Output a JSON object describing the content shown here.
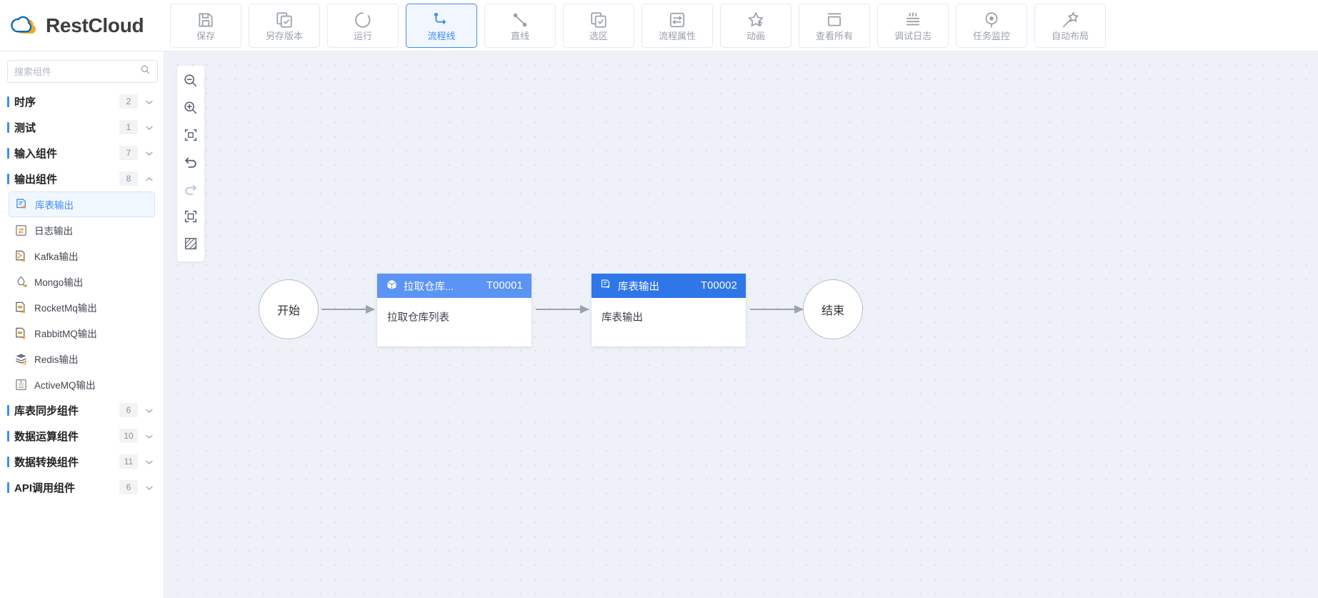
{
  "brand": {
    "name": "RestCloud",
    "logo_icon": "cloud-logo-icon"
  },
  "toolbar": {
    "buttons": [
      {
        "label": "保存",
        "icon": "save-icon",
        "active": false
      },
      {
        "label": "另存版本",
        "icon": "save-as-version-icon",
        "active": false
      },
      {
        "label": "运行",
        "icon": "run-icon",
        "active": false
      },
      {
        "label": "流程线",
        "icon": "flow-line-icon",
        "active": true
      },
      {
        "label": "直线",
        "icon": "straight-line-icon",
        "active": false
      },
      {
        "label": "选区",
        "icon": "selection-icon",
        "active": false
      },
      {
        "label": "流程属性",
        "icon": "flow-properties-icon",
        "active": false
      },
      {
        "label": "动画",
        "icon": "animation-icon",
        "active": false
      },
      {
        "label": "查看所有",
        "icon": "view-all-icon",
        "active": false
      },
      {
        "label": "调试日志",
        "icon": "debug-log-icon",
        "active": false
      },
      {
        "label": "任务监控",
        "icon": "task-monitor-icon",
        "active": false
      },
      {
        "label": "自动布局",
        "icon": "auto-layout-icon",
        "active": false
      }
    ]
  },
  "sidebar": {
    "search": {
      "placeholder": "搜索组件",
      "value": "",
      "icon": "search-icon"
    },
    "list_toggle_icon": "list-view-icon",
    "categories": [
      {
        "name": "时序",
        "count": "2",
        "expanded": false,
        "components": []
      },
      {
        "name": "测试",
        "count": "1",
        "expanded": false,
        "components": []
      },
      {
        "name": "输入组件",
        "count": "7",
        "expanded": false,
        "components": []
      },
      {
        "name": "输出组件",
        "count": "8",
        "expanded": true,
        "components": [
          {
            "label": "库表输出",
            "icon": "db-table-output-icon",
            "selected": true
          },
          {
            "label": "日志输出",
            "icon": "log-output-icon",
            "selected": false
          },
          {
            "label": "Kafka输出",
            "icon": "kafka-output-icon",
            "selected": false
          },
          {
            "label": "Mongo输出",
            "icon": "mongo-output-icon",
            "selected": false
          },
          {
            "label": "RocketMq输出",
            "icon": "rocketmq-output-icon",
            "selected": false
          },
          {
            "label": "RabbitMQ输出",
            "icon": "rabbitmq-output-icon",
            "selected": false
          },
          {
            "label": "Redis输出",
            "icon": "redis-output-icon",
            "selected": false
          },
          {
            "label": "ActiveMQ输出",
            "icon": "activemq-output-icon",
            "selected": false
          }
        ]
      },
      {
        "name": "库表同步组件",
        "count": "6",
        "expanded": false,
        "components": []
      },
      {
        "name": "数据运算组件",
        "count": "10",
        "expanded": false,
        "components": []
      },
      {
        "name": "数据转换组件",
        "count": "11",
        "expanded": false,
        "components": []
      },
      {
        "name": "API调用组件",
        "count": "6",
        "expanded": false,
        "components": []
      }
    ]
  },
  "canvas": {
    "tools": [
      {
        "icon": "zoom-out-icon",
        "disabled": false
      },
      {
        "icon": "zoom-in-icon",
        "disabled": false
      },
      {
        "icon": "fit-screen-icon",
        "disabled": false
      },
      {
        "icon": "undo-icon",
        "disabled": false
      },
      {
        "icon": "redo-icon",
        "disabled": true
      },
      {
        "icon": "fullscreen-icon",
        "disabled": false
      },
      {
        "icon": "grid-toggle-icon",
        "disabled": false
      }
    ],
    "nodes": [
      {
        "type": "start",
        "label": "开始"
      },
      {
        "type": "task",
        "title": "拉取仓库...",
        "id": "T00001",
        "body": "拉取仓库列表",
        "icon": "package-icon",
        "header_color": "#5b94f5"
      },
      {
        "type": "task",
        "title": "库表输出",
        "id": "T00002",
        "body": "库表输出",
        "icon": "db-table-output-icon",
        "header_color": "#2f77e8"
      },
      {
        "type": "end",
        "label": "结束"
      }
    ]
  },
  "colors": {
    "accent": "#3e8cf7",
    "node_header_1": "#5b94f5",
    "node_header_2": "#2f77e8",
    "canvas_bg": "#eef1f7",
    "edge": "#9ba2ac"
  }
}
